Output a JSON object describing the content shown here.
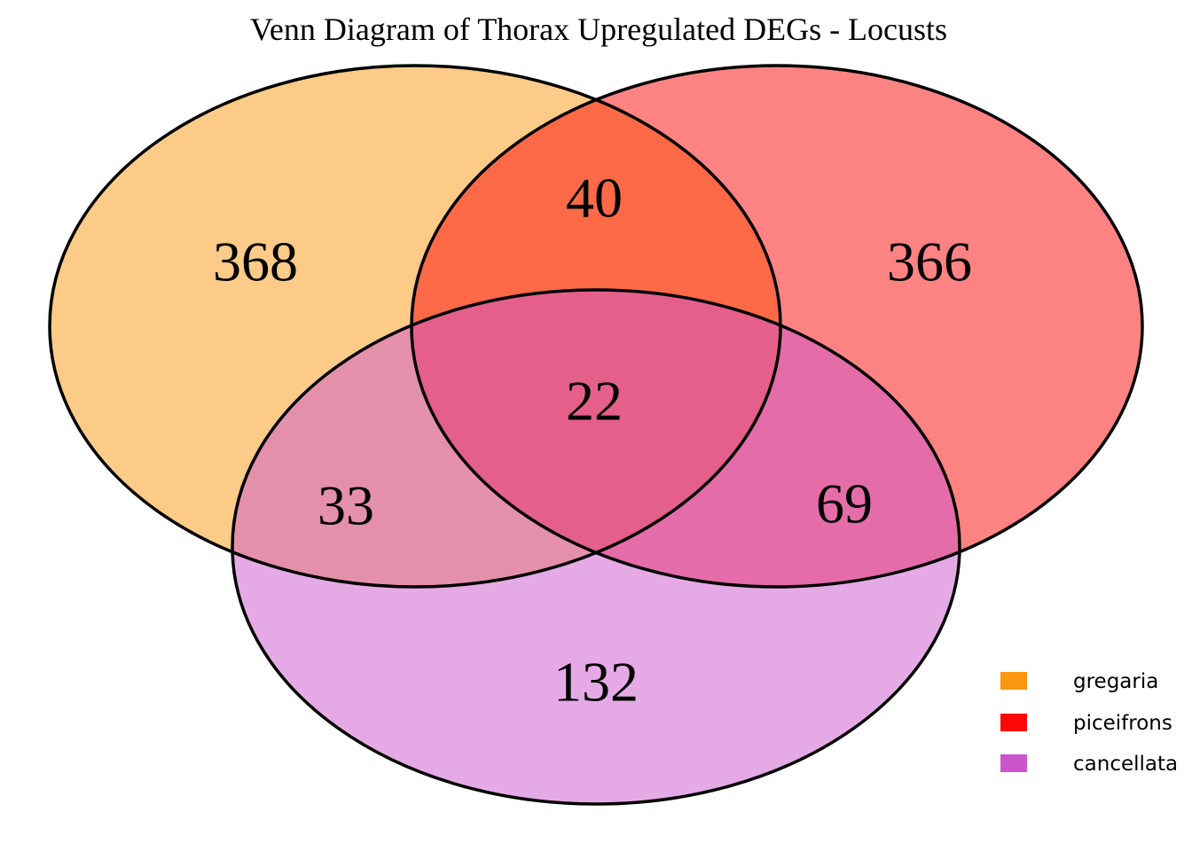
{
  "title": "Venn Diagram of Thorax Upregulated DEGs - Locusts",
  "chart_data": {
    "type": "venn",
    "title": "Venn Diagram of Thorax Upregulated DEGs - Locusts",
    "sets": [
      "gregaria",
      "piceifrons",
      "cancellata"
    ],
    "set_colors": {
      "gregaria": "#FA970F",
      "piceifrons": "#FB0707",
      "cancellata": "#CC55CE"
    },
    "fill_opacity": 0.5,
    "outline_color": "#000000",
    "background": "#FFFFFF",
    "values": {
      "gregaria_only": 368,
      "piceifrons_only": 366,
      "cancellata_only": 132,
      "gregaria_and_piceifrons": 40,
      "gregaria_and_cancellata": 33,
      "piceifrons_and_cancellata": 69,
      "gregaria_and_piceifrons_and_cancellata": 22
    },
    "region_blended_colors": {
      "gregaria_only": "#FBC57E",
      "piceifrons_only": "#FA8585",
      "cancellata_only": "#E4ACE4",
      "gregaria_and_piceifrons": "#F96A4C",
      "gregaria_and_cancellata": "#DE94A9",
      "piceifrons_and_cancellata": "#DE6BA5",
      "gregaria_and_piceifrons_and_cancellata": "#E15D86"
    },
    "legend": [
      {
        "label": "gregaria",
        "color": "#FA970F"
      },
      {
        "label": "piceifrons",
        "color": "#FB0707"
      },
      {
        "label": "cancellata",
        "color": "#CC55CE"
      }
    ],
    "legend_position": "lower-right"
  }
}
